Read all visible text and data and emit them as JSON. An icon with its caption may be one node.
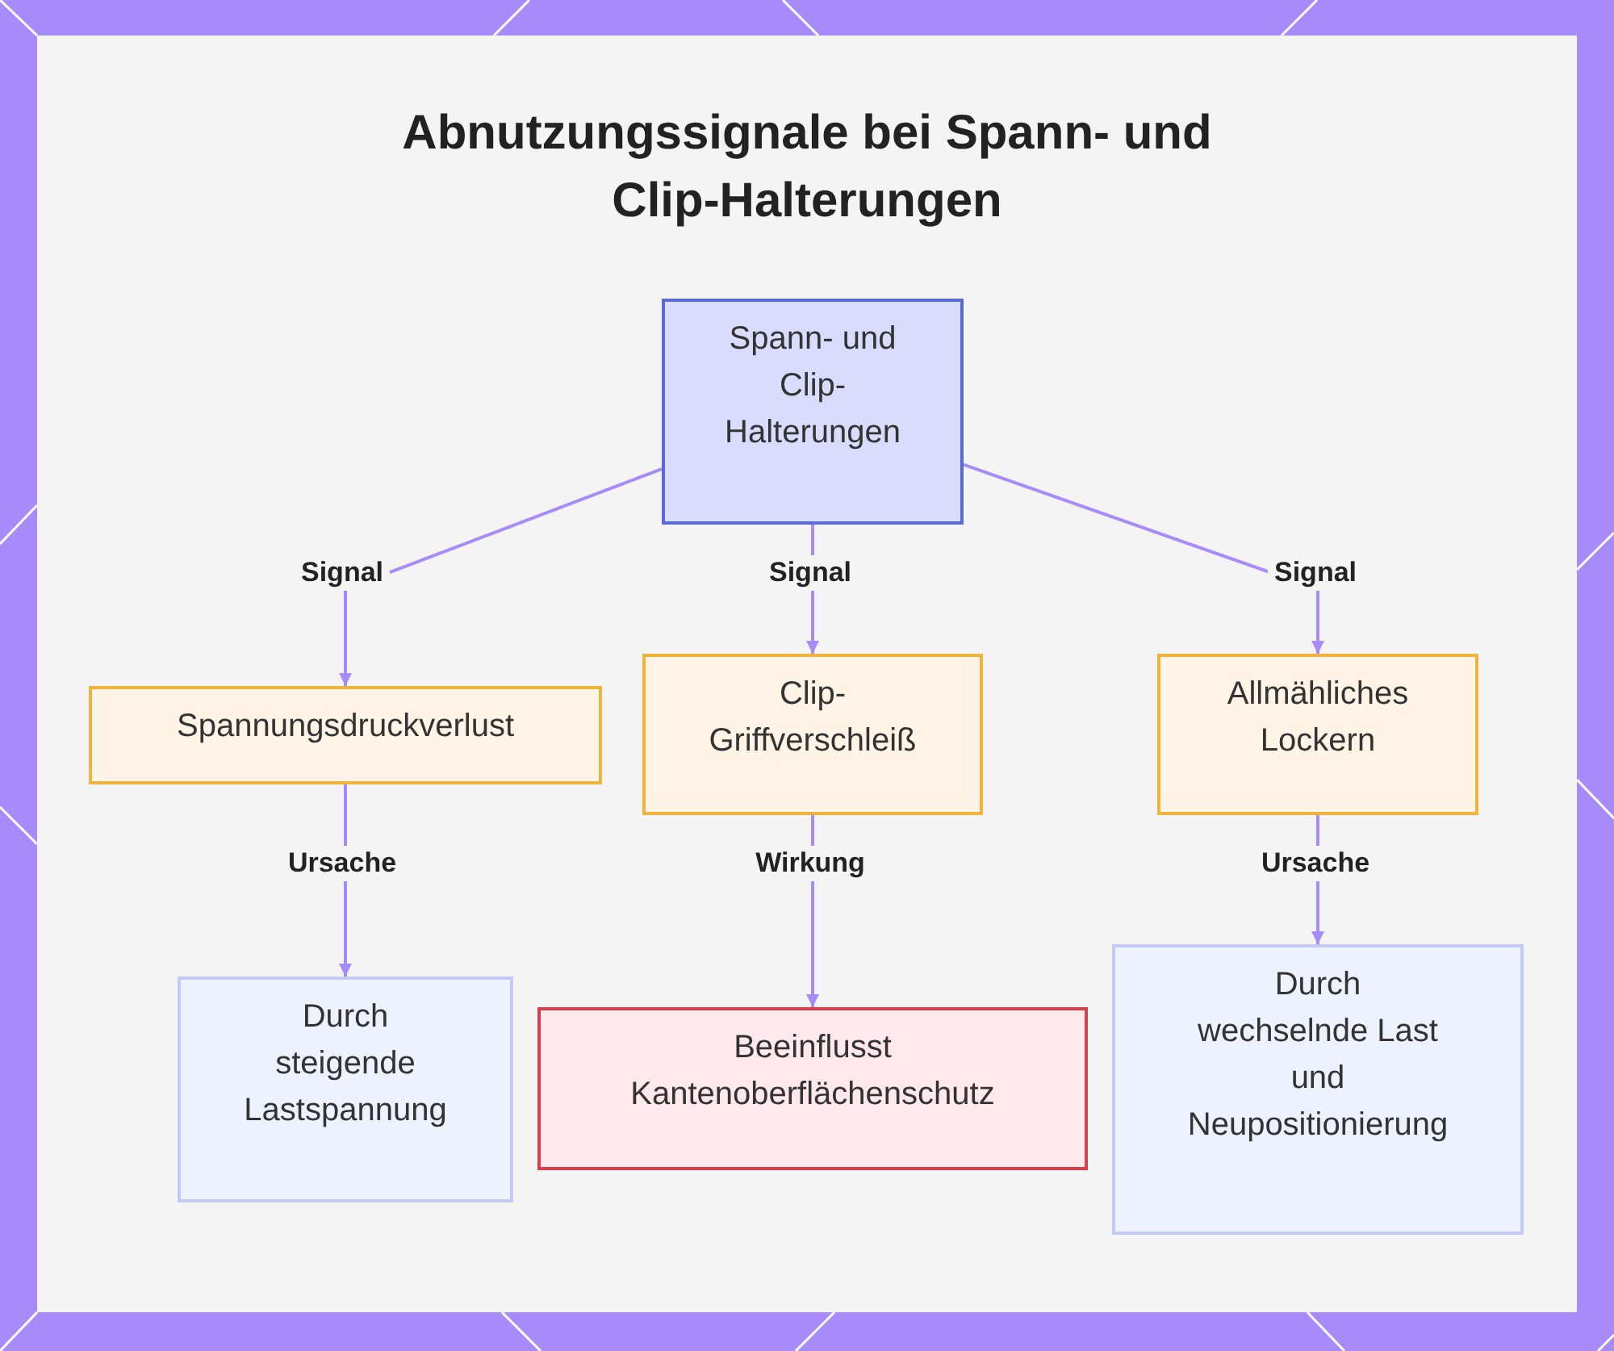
{
  "diagram": {
    "title": "Abnutzungssignale bei Spann- und Clip-Halterungen",
    "nodes": [
      {
        "text": [
          "Spann- und Clip-Halterungen"
        ]
      },
      {
        "text": [
          "Spannungsdruckverlust"
        ]
      },
      {
        "text": [
          "Clip-Griffverschleiß"
        ]
      },
      {
        "text": [
          "Allmähliches Lockern"
        ]
      },
      {
        "text": [
          "Durch steigende Lastspannung"
        ]
      },
      {
        "text": [
          "Beeinflusst Kantenoberflächenschutz"
        ]
      },
      {
        "text": [
          "Durch wechselnde Last und Neupositionierung"
        ]
      }
    ],
    "edges": [
      {
        "from": 0,
        "to": 1,
        "arrow": "to",
        "label": "Signal"
      },
      {
        "from": 0,
        "to": 2,
        "arrow": "to",
        "label": "Signal"
      },
      {
        "from": 0,
        "to": 3,
        "arrow": "to",
        "label": "Signal"
      },
      {
        "from": 1,
        "to": 4,
        "arrow": "to",
        "label": "Ursache"
      },
      {
        "from": 2,
        "to": 5,
        "arrow": "to",
        "label": "Wirkung"
      },
      {
        "from": 3,
        "to": 6,
        "arrow": "to",
        "label": "Ursache"
      }
    ]
  }
}
